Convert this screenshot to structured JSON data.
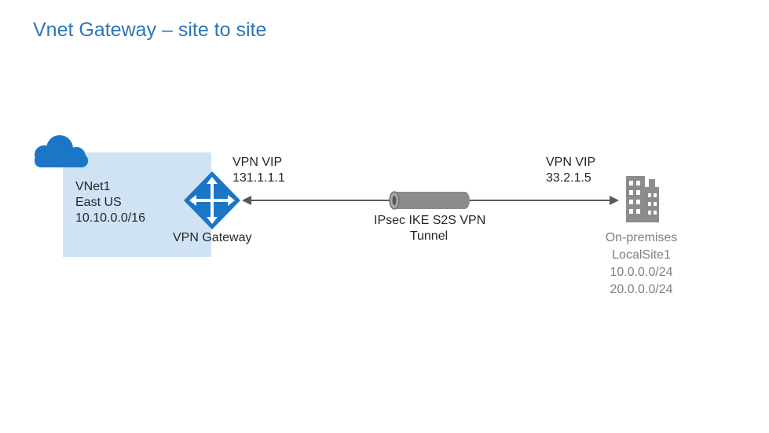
{
  "title": "Vnet Gateway – site to site",
  "vnet": {
    "name": "VNet1",
    "region": "East US",
    "address_space": "10.10.0.0/16"
  },
  "gateway": {
    "label": "VPN Gateway",
    "vip_title": "VPN VIP",
    "vip_address": "131.1.1.1"
  },
  "remote": {
    "vip_title": "VPN VIP",
    "vip_address": "33.2.1.5",
    "site_type": "On-premises",
    "site_name": "LocalSite1",
    "prefixes": [
      "10.0.0.0/24",
      "20.0.0.0/24"
    ]
  },
  "tunnel": {
    "line1": "IPsec IKE S2S VPN",
    "line2": "Tunnel"
  },
  "colors": {
    "title": "#2e75b6",
    "vnet_fill": "#cfe3f5",
    "azure_blue": "#1b76c6",
    "connector": "#595959",
    "tunnel_gray": "#8c8c8c",
    "building_gray": "#8c8c8c"
  },
  "icons": {
    "cloud": "cloud-icon",
    "gateway": "vpn-gateway-icon",
    "tunnel": "tunnel-pipe-icon",
    "building": "building-icon"
  }
}
